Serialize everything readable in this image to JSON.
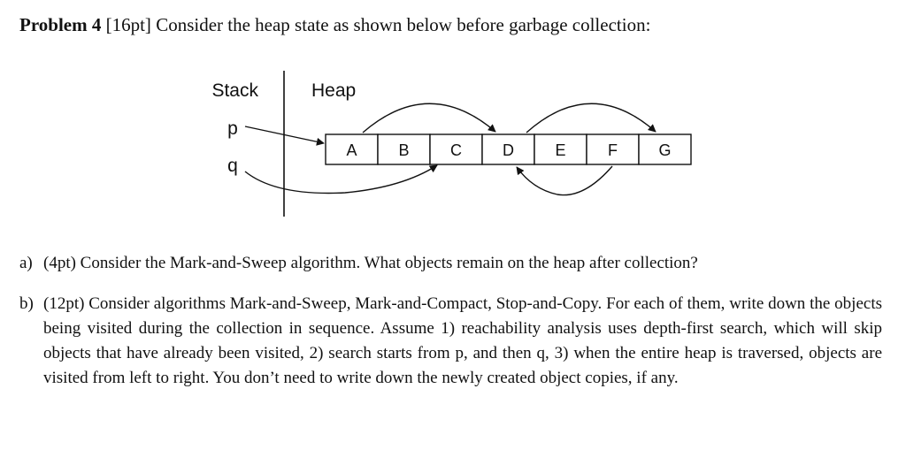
{
  "problem": {
    "label": "Problem 4",
    "points": "[16pt]",
    "statement": "Consider the heap state as shown below before garbage collection:"
  },
  "diagram": {
    "stack_label": "Stack",
    "heap_label": "Heap",
    "stack_vars": [
      "p",
      "q"
    ],
    "heap_objects": [
      "A",
      "B",
      "C",
      "D",
      "E",
      "F",
      "G"
    ]
  },
  "parts": [
    {
      "marker": "a)",
      "text": "(4pt) Consider the Mark-and-Sweep algorithm. What objects remain on the heap after collection?"
    },
    {
      "marker": "b)",
      "text": "(12pt) Consider algorithms Mark-and-Sweep, Mark-and-Compact, Stop-and-Copy. For each of them, write down the objects being visited during the collection in sequence. Assume 1) reachability analysis uses depth-first search, which will skip objects that have already been visited, 2) search starts from p, and then q, 3) when the entire heap is traversed, objects are visited from left to right. You don’t need to write down the newly created object copies, if any."
    }
  ]
}
